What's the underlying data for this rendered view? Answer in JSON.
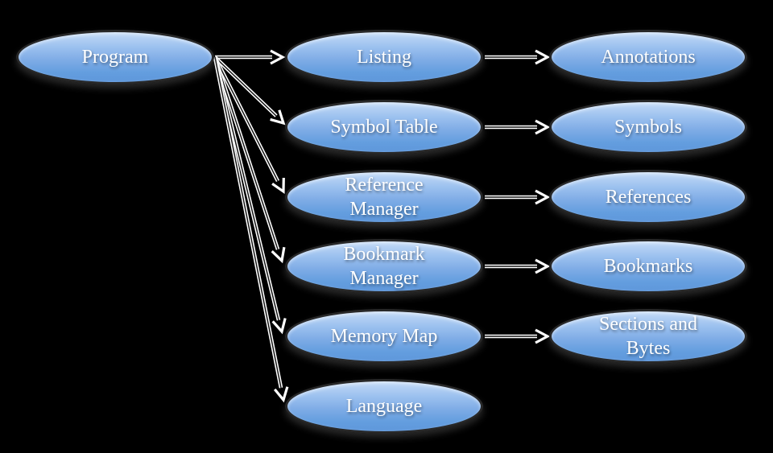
{
  "diagram": {
    "description": "Program object model diagram: blue gradient ellipses connected by white arrows on a black background",
    "background_color": "#000000",
    "node_style": {
      "fill_top_color": "#c3daf6",
      "fill_bottom_color": "#5e97db",
      "border_color": "#282828",
      "text_color": "#ffffff"
    },
    "arrow_color": "#ffffff",
    "nodes": {
      "program": {
        "label": "Program"
      },
      "listing": {
        "label": "Listing"
      },
      "symbol_table": {
        "label": "Symbol Table"
      },
      "reference_manager": {
        "label": "Reference\nManager"
      },
      "bookmark_manager": {
        "label": "Bookmark\nManager"
      },
      "memory_map": {
        "label": "Memory Map"
      },
      "language": {
        "label": "Language"
      },
      "annotations": {
        "label": "Annotations"
      },
      "symbols": {
        "label": "Symbols"
      },
      "references": {
        "label": "References"
      },
      "bookmarks": {
        "label": "Bookmarks"
      },
      "sections_and_bytes": {
        "label": "Sections and\nBytes"
      }
    },
    "edges": [
      {
        "from": "program",
        "to": "listing"
      },
      {
        "from": "program",
        "to": "symbol_table"
      },
      {
        "from": "program",
        "to": "reference_manager"
      },
      {
        "from": "program",
        "to": "bookmark_manager"
      },
      {
        "from": "program",
        "to": "memory_map"
      },
      {
        "from": "program",
        "to": "language"
      },
      {
        "from": "listing",
        "to": "annotations"
      },
      {
        "from": "symbol_table",
        "to": "symbols"
      },
      {
        "from": "reference_manager",
        "to": "references"
      },
      {
        "from": "bookmark_manager",
        "to": "bookmarks"
      },
      {
        "from": "memory_map",
        "to": "sections_and_bytes"
      }
    ]
  }
}
